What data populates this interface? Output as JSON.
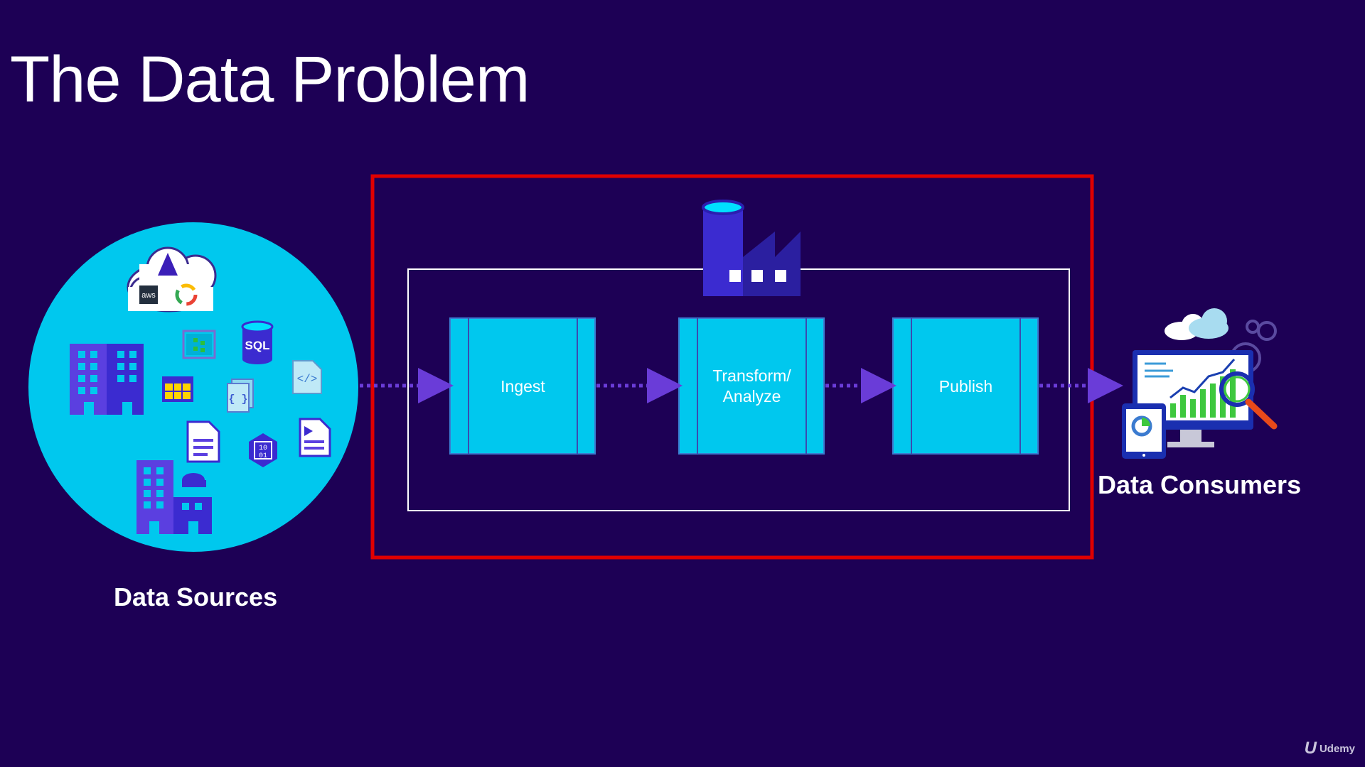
{
  "title": "The Data Problem",
  "data_sources": {
    "label": "Data Sources",
    "icons": [
      "cloud-icon",
      "azure-logo-icon",
      "aws-logo-icon",
      "google-cloud-icon",
      "office-building-icon",
      "iot-hub-icon",
      "sql-database-icon",
      "table-icon",
      "json-file-icon",
      "code-file-icon",
      "document-icon",
      "binary-data-icon",
      "media-file-icon",
      "office-building-icon"
    ],
    "sql_text": "SQL",
    "aws_text": "aws",
    "binary_text": "10\n01",
    "code_text": "</>",
    "json_text": "{ }"
  },
  "pipeline": {
    "steps": [
      {
        "label": "Ingest"
      },
      {
        "label": "Transform/\nAnalyze"
      },
      {
        "label": "Publish"
      }
    ],
    "icon": "data-factory-icon"
  },
  "data_consumers": {
    "label": "Data Consumers",
    "icons": [
      "monitor-dashboard-icon",
      "tablet-icon",
      "magnifier-icon",
      "cloud-icon",
      "gear-icon"
    ]
  },
  "colors": {
    "background": "#1d0055",
    "accent": "#00c8ee",
    "arrow": "#6a3cd8",
    "highlight_border": "#e00000"
  },
  "branding": {
    "logo_text": "Udemy",
    "logo_mark": "U"
  }
}
